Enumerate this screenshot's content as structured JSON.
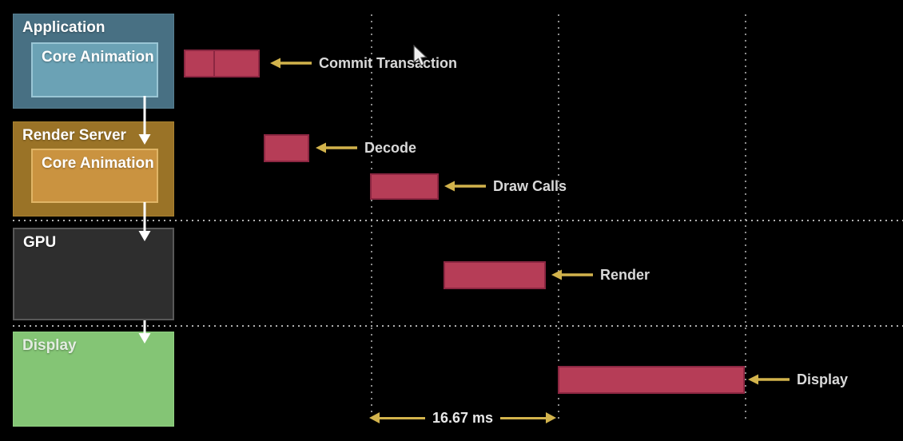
{
  "rows": [
    {
      "label": "Application",
      "inner_label": "Core Animation",
      "fill": "#487083",
      "inner_fill": "#6ba2b5"
    },
    {
      "label": "Render Server",
      "inner_label": "Core Animation",
      "fill": "#9a7327",
      "inner_fill": "#ca9340"
    },
    {
      "label": "GPU",
      "fill": "#2e2e2e"
    },
    {
      "label": "Display",
      "fill": "#84c575"
    }
  ],
  "annotations": [
    {
      "label": "Commit Transaction"
    },
    {
      "label": "Decode"
    },
    {
      "label": "Draw Calls"
    },
    {
      "label": "Render"
    },
    {
      "label": "Display"
    }
  ],
  "measure": {
    "label": "16.67 ms"
  },
  "colors": {
    "background": "#000000",
    "bar_fill": "#b63d57",
    "bar_border": "#8c2742",
    "arrow_yellow": "#d2b34c",
    "flow_arrow_white": "#ffffff",
    "gridline": "#8d8d8d"
  }
}
